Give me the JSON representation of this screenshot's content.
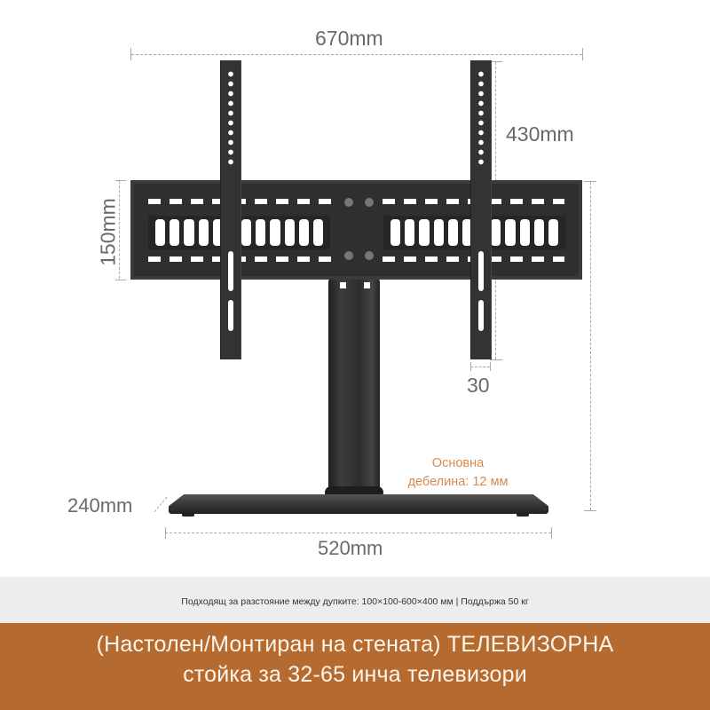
{
  "dimensions": {
    "overall_width": "670mm",
    "arm_height": "430mm",
    "plate_height": "150mm",
    "arm_width": "30",
    "base_depth": "240mm",
    "base_width": "520mm"
  },
  "note": {
    "line1": "Основна",
    "line2": "дебелина: 12 мм"
  },
  "info_strip": {
    "text": "Подходящ за разстояние между дупките: 100×100-600×400 мм | Поддържа 50 кг"
  },
  "banner": {
    "line1": "(Настолен/Монтиран на стената) ТЕЛЕВИЗОРНА",
    "line2": "стойка за 32-65 инча телевизори"
  },
  "colors": {
    "metal": "#2e2e2e",
    "accent_orange": "#b56b30",
    "note_orange": "#d88a4e",
    "dimension_gray": "#6a6a6a"
  }
}
